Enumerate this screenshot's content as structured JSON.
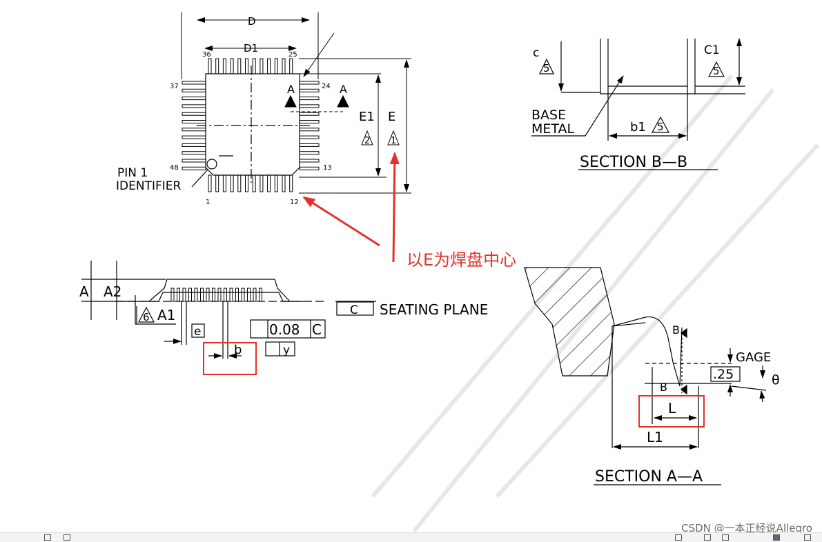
{
  "top_view": {
    "dim_D": "D",
    "dim_D1": "D1",
    "dim_E1": "E1",
    "dim_E": "E",
    "note_2": "2",
    "note_1": "1",
    "section_letter": "A",
    "pin_36": "36",
    "pin_25": "25",
    "pin_37": "37",
    "pin_24": "24",
    "pin_48": "48",
    "pin_13": "13",
    "pin_1": "1",
    "pin_12": "12",
    "pin1_label_line1": "PIN 1",
    "pin1_label_line2": "IDENTIFIER"
  },
  "section_bb": {
    "title": "SECTION B—B",
    "dim_c": "c",
    "dim_c1": "C1",
    "dim_b1": "b1",
    "note_5": "5",
    "base_label_line1": "BASE",
    "base_label_line2": "METAL"
  },
  "side_view": {
    "dim_A": "A",
    "dim_A2": "A2",
    "dim_A1": "A1",
    "note_6": "6",
    "seating_datum": "C",
    "seating_label": "SEATING PLANE",
    "dim_e": "e",
    "dim_b": "b",
    "tolerance_value": "0.08",
    "tolerance_datum": "C",
    "tolerance_y": "y"
  },
  "section_aa": {
    "title": "SECTION A—A",
    "gage_label": "GAGE",
    "gage_value": ".25",
    "theta": "θ",
    "dim_L": "L",
    "dim_L1": "L1",
    "section_letter": "B"
  },
  "annotation": {
    "text": "以E为焊盘中心",
    "color": "#e5302a"
  },
  "watermark": "CSDN @一本正经说Allegro"
}
